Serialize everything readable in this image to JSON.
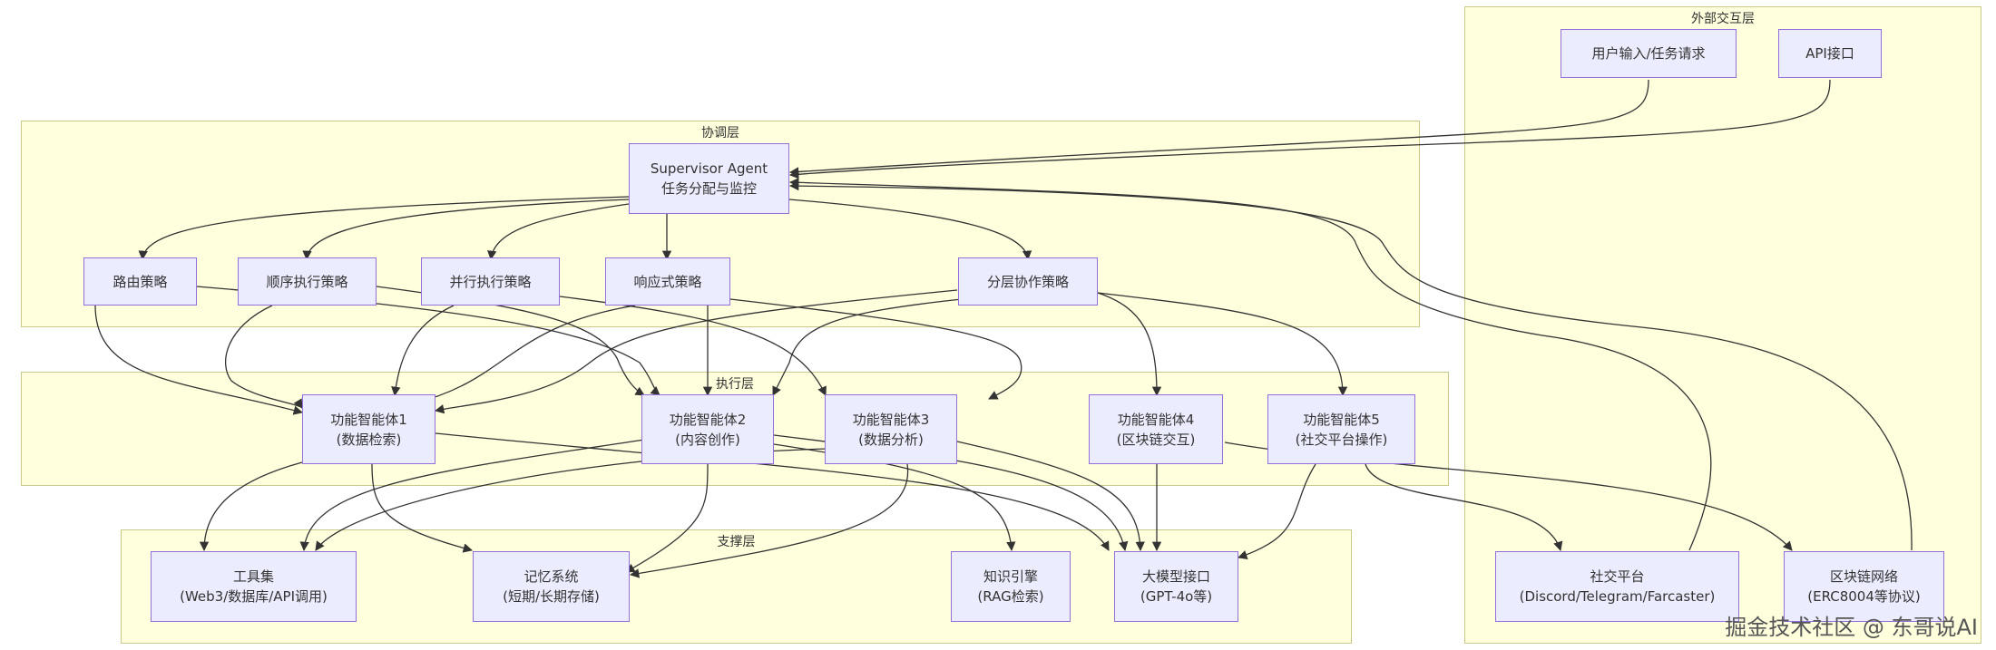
{
  "layers": {
    "external": "外部交互层",
    "coord": "协调层",
    "exec": "执行层",
    "support": "支撑层"
  },
  "nodes": {
    "user_input": [
      "用户输入/任务请求"
    ],
    "api": [
      "API接口"
    ],
    "supervisor": [
      "Supervisor Agent",
      "任务分配与监控"
    ],
    "route": [
      "路由策略"
    ],
    "seq": [
      "顺序执行策略"
    ],
    "par": [
      "并行执行策略"
    ],
    "resp": [
      "响应式策略"
    ],
    "hier": [
      "分层协作策略"
    ],
    "agent1": [
      "功能智能体1",
      "(数据检索)"
    ],
    "agent2": [
      "功能智能体2",
      "(内容创作)"
    ],
    "agent3": [
      "功能智能体3",
      "(数据分析)"
    ],
    "agent4": [
      "功能智能体4",
      "(区块链交互)"
    ],
    "agent5": [
      "功能智能体5",
      "(社交平台操作)"
    ],
    "tools": [
      "工具集",
      "(Web3/数据库/API调用)"
    ],
    "memory": [
      "记忆系统",
      "(短期/长期存储)"
    ],
    "knowledge": [
      "知识引擎",
      "(RAG检索)"
    ],
    "llm": [
      "大模型接口",
      "(GPT-4o等)"
    ],
    "social": [
      "社交平台",
      "(Discord/Telegram/Farcaster)"
    ],
    "chain": [
      "区块链网络",
      "(ERC8004等协议)"
    ]
  },
  "watermark": "掘金技术社区 @ 东哥说AI",
  "colors": {
    "layer_fill": "#ffffde",
    "node_fill": "#ececff",
    "node_border": "#9370db",
    "edge": "#333333"
  }
}
